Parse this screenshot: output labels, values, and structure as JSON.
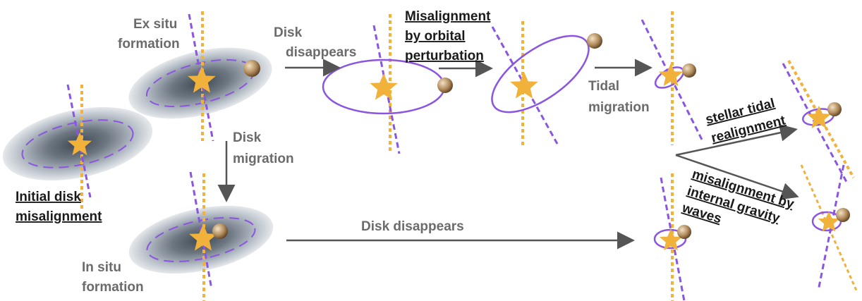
{
  "labels": {
    "ex_situ_1": "Ex situ",
    "ex_situ_2": "formation",
    "disk_disappears_1": "Disk",
    "disk_disappears_2": "disappears",
    "misalign_orbital_1": "Misalignment",
    "misalign_orbital_2": "by orbital",
    "misalign_orbital_3": "perturbation",
    "tidal_1": "Tidal",
    "tidal_2": "migration",
    "disk_migration_1": "Disk",
    "disk_migration_2": "migration",
    "initial_1": "Initial disk",
    "initial_2": "misalignment",
    "in_situ_1": "In situ",
    "in_situ_2": "formation",
    "disk_disappears_long": "Disk disappears",
    "stellar_tidal_1": "stellar tidal",
    "stellar_tidal_2": "realignment",
    "gravity_1": "misalignment by",
    "gravity_2": "internal gravity",
    "gravity_3": "waves"
  },
  "colors": {
    "star": "#f0b23a",
    "spin_axis": "#8a55e0",
    "orbit_axis": "#f0b23a",
    "arrow": "#555555",
    "disk": "#9aa3ae"
  }
}
